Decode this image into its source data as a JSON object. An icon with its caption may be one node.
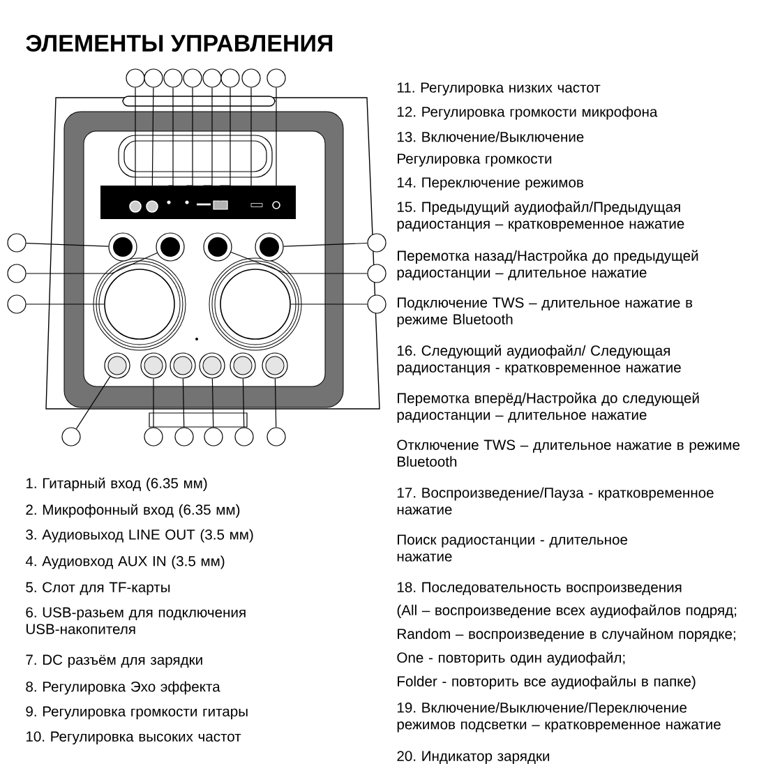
{
  "diagram": {
    "title": "ЭЛЕМЕНТЫ УПРАВЛЕНИЯ",
    "nodes": [
      {
        "text": [],
        "shape": "circle"
      },
      {
        "text": [],
        "shape": "circle"
      },
      {
        "text": [],
        "shape": "circle"
      },
      {
        "text": [],
        "shape": "circle"
      },
      {
        "text": [],
        "shape": "circle"
      },
      {
        "text": [],
        "shape": "circle"
      },
      {
        "text": [],
        "shape": "circle"
      },
      {
        "text": [],
        "shape": "circle"
      },
      {
        "text": [],
        "shape": "circle"
      },
      {
        "text": [],
        "shape": "circle"
      },
      {
        "text": [],
        "shape": "circle"
      },
      {
        "text": [],
        "shape": "circle"
      },
      {
        "text": [],
        "shape": "circle"
      },
      {
        "text": [],
        "shape": "circle"
      },
      {
        "text": [],
        "shape": "circle"
      },
      {
        "text": [],
        "shape": "circle"
      },
      {
        "text": [],
        "shape": "circle"
      },
      {
        "text": [],
        "shape": "circle"
      },
      {
        "text": [],
        "shape": "circle"
      },
      {
        "text": [],
        "shape": "circle"
      },
      {
        "text": [],
        "shape": "circle"
      },
      {
        "text": [],
        "shape": "circle"
      },
      {
        "text": [],
        "shape": "circle"
      },
      {
        "text": [],
        "shape": "circle"
      },
      {
        "text": [],
        "shape": "box"
      },
      {
        "text": [],
        "shape": "box"
      },
      {
        "text": [],
        "shape": "box"
      },
      {
        "text": [],
        "shape": "circle"
      },
      {
        "text": [],
        "shape": "circle"
      },
      {
        "text": [],
        "shape": "circle"
      },
      {
        "text": [],
        "shape": "circle"
      },
      {
        "text": [],
        "shape": "circle"
      },
      {
        "text": [],
        "shape": "circle"
      },
      {
        "text": [],
        "shape": "circle"
      },
      {
        "text": [],
        "shape": "circle"
      },
      {
        "text": [],
        "shape": "circle"
      },
      {
        "text": [],
        "shape": "circle"
      },
      {
        "text": [],
        "shape": "circle"
      },
      {
        "text": [],
        "shape": "circle"
      },
      {
        "text": [],
        "shape": "circle"
      }
    ],
    "edges": [
      {
        "from": 0,
        "to": 20,
        "arrow": "none"
      },
      {
        "from": 1,
        "to": 21,
        "arrow": "none"
      },
      {
        "from": 2,
        "to": 22,
        "arrow": "none"
      },
      {
        "from": 3,
        "to": 23,
        "arrow": "none"
      },
      {
        "from": 4,
        "to": 24,
        "arrow": "none"
      },
      {
        "from": 5,
        "to": 25,
        "arrow": "none"
      },
      {
        "from": 6,
        "to": 26,
        "arrow": "none"
      },
      {
        "from": 7,
        "to": 27,
        "arrow": "none"
      },
      {
        "from": 8,
        "to": 28,
        "arrow": "none"
      },
      {
        "from": 9,
        "to": 29,
        "arrow": "none"
      },
      {
        "from": 10,
        "to": 32,
        "arrow": "none"
      },
      {
        "from": 11,
        "to": 31,
        "arrow": "none"
      },
      {
        "from": 12,
        "to": 30,
        "arrow": "none"
      },
      {
        "from": 13,
        "to": 33,
        "arrow": "none"
      },
      {
        "from": 14,
        "to": 34,
        "arrow": "none"
      },
      {
        "from": 15,
        "to": 35,
        "arrow": "none"
      },
      {
        "from": 16,
        "to": 36,
        "arrow": "none"
      },
      {
        "from": 17,
        "to": 37,
        "arrow": "none"
      },
      {
        "from": 18,
        "to": 38,
        "arrow": "none"
      },
      {
        "from": 19,
        "to": 39,
        "arrow": "none"
      }
    ],
    "labels": [
      "1. Гитарный вход (6.35 мм)",
      "2. Микрофонный вход (6.35 мм)",
      "3. Аудиовыход LINE OUT (3.5 мм)",
      "4. Аудиовход AUX IN (3.5 мм)",
      "5. Слот для TF-карты",
      "6. USB-разьем для подключения USB-накопителя",
      "7. DC разъём для зарядки",
      "8. Регулировка Эхо эффекта",
      "9. Регулировка громкости гитары",
      "10. Регулировка высоких частот",
      "11. Регулировка низких частот",
      "12. Регулировка громкости микрофона",
      "13. Включение/Выключение",
      "Регулировка громкости",
      "14. Переключение режимов",
      "15. Предыдущий аудиофайл/Предыдущая радиостанция – кратковременное нажатие",
      "Перемотка назад/Настройка до предыдущей радиостанции – длительное нажатие",
      "Подключение TWS – длительное нажатие в режиме Bluetooth",
      "16. Следующий аудиофайл/ Следующая радиостанция - кратковременное нажатие",
      "Перемотка вперёд/Настройка до следующей радиостанции – длительное нажатие",
      "Отключение TWS – длительное нажатие в режиме Bluetooth",
      "17. Воспроизведение/Пауза - кратковременное нажатие",
      "Поиск радиостанции - длительное нажатие",
      "18. Последовательность воспроизведения",
      "(All – воспроизведение всех аудиофайлов подряд;",
      "Random – воспроизведение в случайном порядке;",
      "One - повторить один аудиофайл;",
      "Folder - повторить все аудиофайлы в папке)",
      "19. Включение/Выключение/Переключение режимов подсветки – кратковременное нажатие",
      "20. Индикатор зарядки"
    ]
  }
}
